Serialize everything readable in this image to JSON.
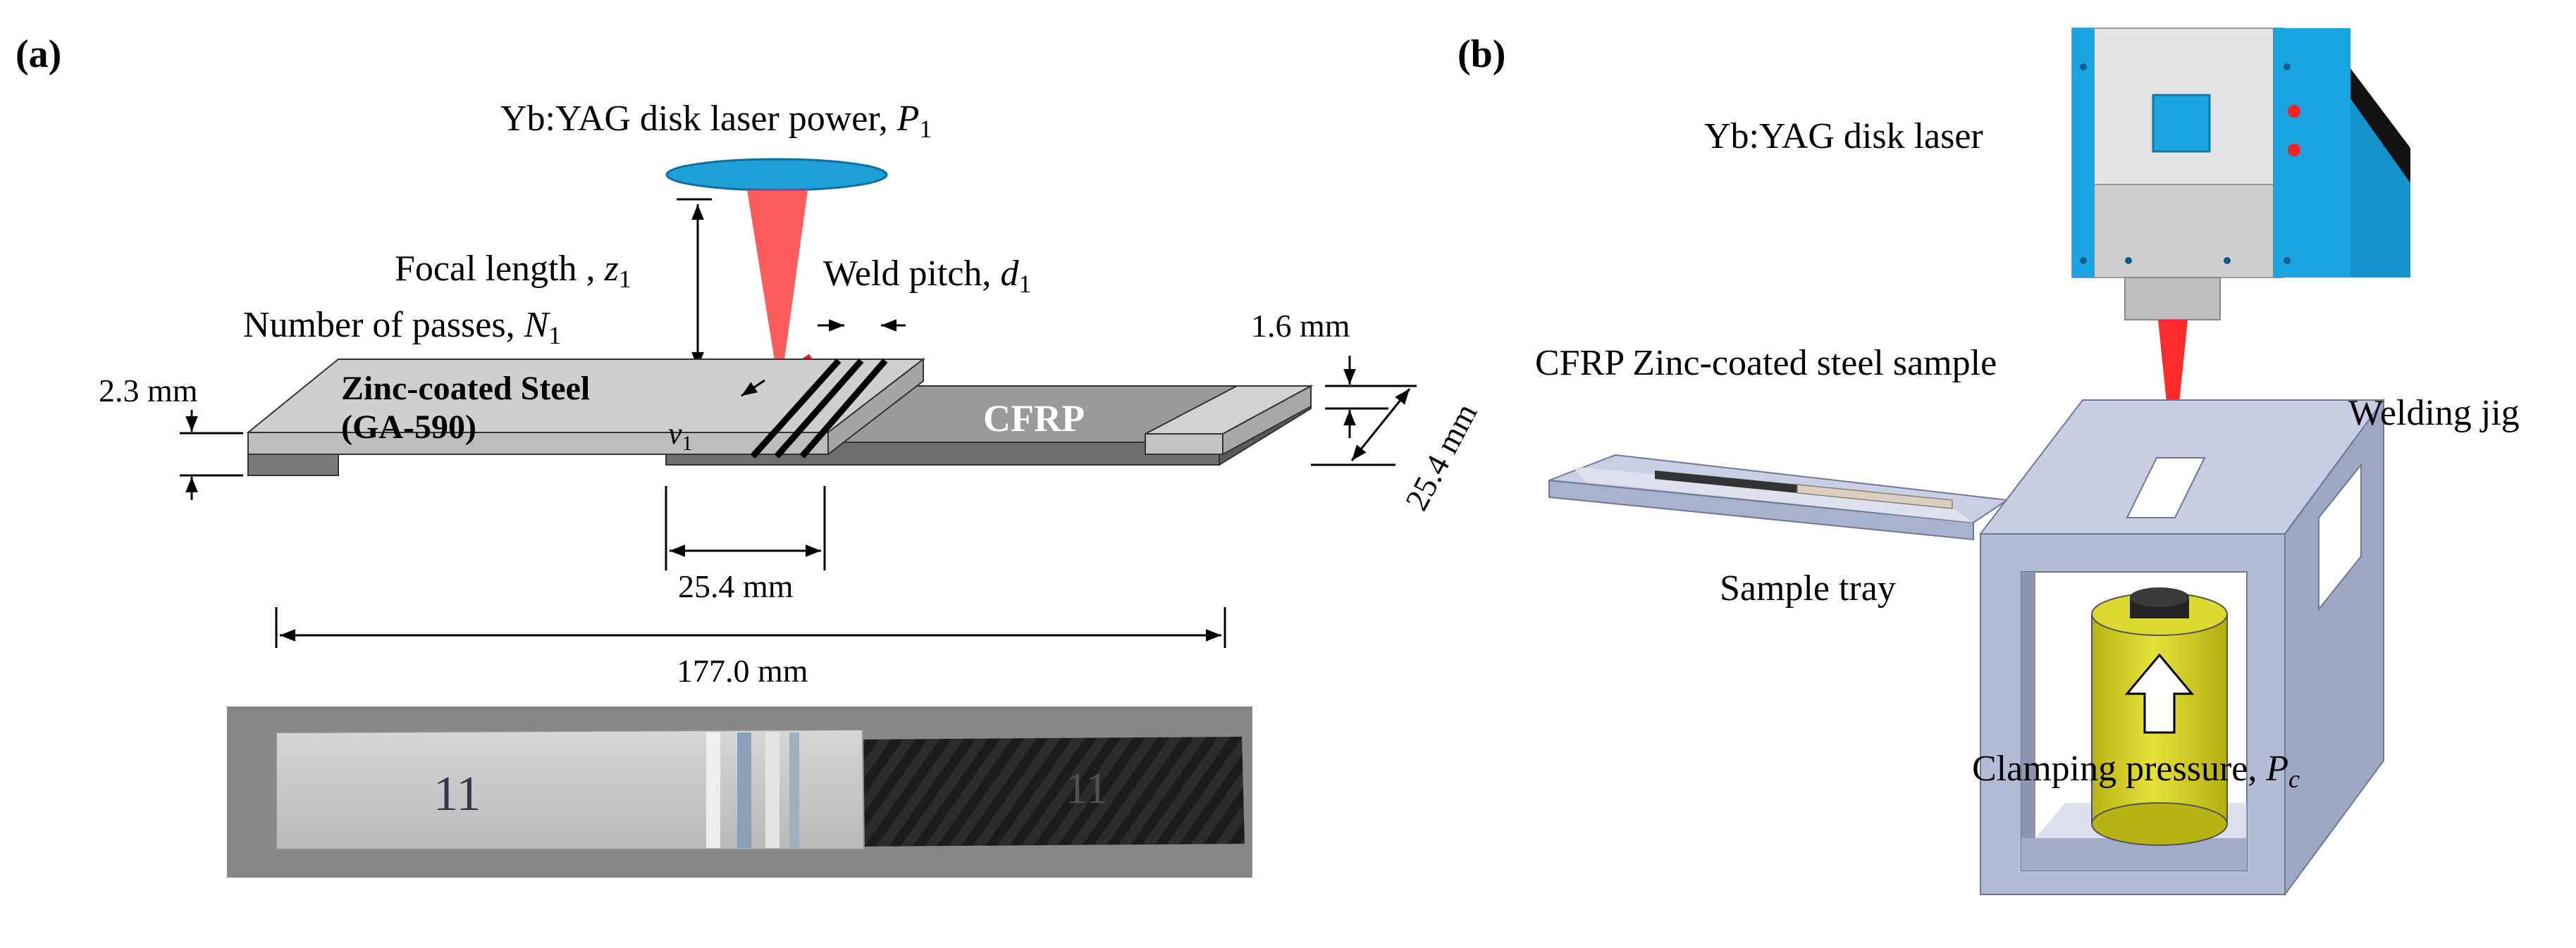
{
  "panel_a": {
    "label": "(a)",
    "laser_power": {
      "text": "Yb:YAG disk laser power, ",
      "sym": "P",
      "sub": "1"
    },
    "focal_length": {
      "text": "Focal length , ",
      "sym": "z",
      "sub": "1"
    },
    "weld_pitch": {
      "text": "Weld pitch, ",
      "sym": "d",
      "sub": "1"
    },
    "passes": {
      "text": "Number of passes, ",
      "sym": "N",
      "sub": "1"
    },
    "speed": {
      "sym": "v",
      "sub": "1"
    },
    "steel_label_1": "Zinc-coated Steel",
    "steel_label_2": "(GA-590)",
    "cfrp_label": "CFRP",
    "dim_steel_thickness": "2.3 mm",
    "dim_cfrp_thickness": "1.6 mm",
    "dim_width": "25.4 mm",
    "dim_overlap": "25.4 mm",
    "dim_length": "177.0 mm",
    "photo_marks": [
      "11",
      "11"
    ]
  },
  "panel_b": {
    "label": "(b)",
    "laser": "Yb:YAG disk laser",
    "sample": "CFRP Zinc-coated steel sample",
    "jig": "Welding jig",
    "tray": "Sample tray",
    "clamp": {
      "text": "Clamping pressure, ",
      "sym": "P",
      "sub": "c"
    }
  },
  "colors": {
    "lens": "#1f9fd8",
    "beam": "#ff2a2a",
    "steel": "#c8c8c8",
    "cfrp": "#8c8c8c",
    "laser_head": "#1aa4e0",
    "jig": "#b6bfd6",
    "cylinder": "#d9d419"
  }
}
